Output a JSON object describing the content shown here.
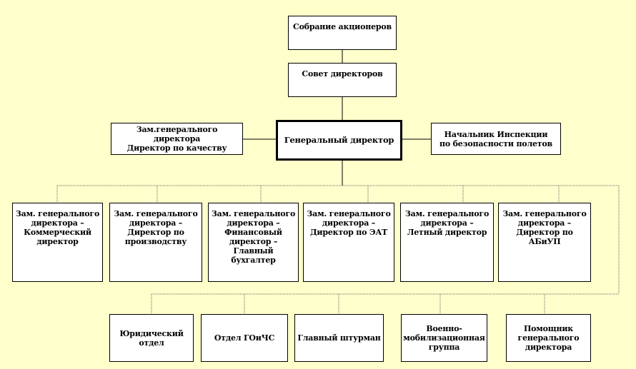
{
  "diagram": {
    "nodes": {
      "shareholders": "Собрание акционеров",
      "board": "Совет директоров",
      "ceo": "Генеральный директор",
      "deputy_quality": "Зам.генерального директора\nДиректор по качеству",
      "flight_safety": "Начальник Инспекции\nпо безопасности полетов",
      "deputy_commercial": "Зам. генерального\nдиректора –\nКоммерческий\nдиректор",
      "deputy_production": "Зам. генерального\nдиректора –\nДиректор по\nпроизводству",
      "deputy_finance": "Зам. генерального\nдиректора –\nФинансовый\nдиректор –\nГлавный\nбухгалтер",
      "deputy_eat": "Зам. генерального\nдиректора –\nДиректор по ЭАТ",
      "deputy_flight": "Зам. генерального\nдиректора –\nЛетный директор",
      "deputy_abiup": "Зам. генерального\nдиректора –\nДиректор по\nАБиУП",
      "legal": "Юридический\nотдел",
      "gochs": "Отдел ГОиЧС",
      "navigator": "Главный штурман",
      "military": "Военно-\nмобилизационная\nгруппа",
      "assistant": "Помощник\nгенерального\nдиректора"
    },
    "colors": {
      "background": "#ffffcc",
      "box": "#ffffff",
      "line": "#000000"
    }
  }
}
